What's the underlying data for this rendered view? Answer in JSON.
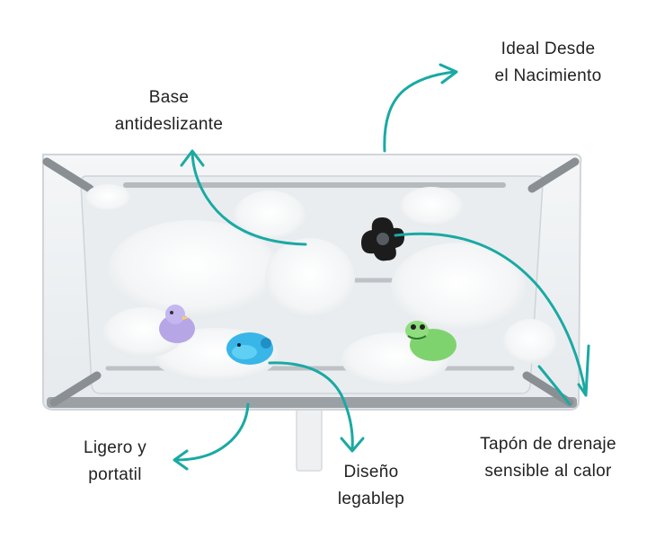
{
  "colors": {
    "arrow": "#1aa9a3",
    "text": "#222222",
    "tub_frame": "#8a8f93",
    "tub_body": "#eef1f3",
    "foam": "#f7f8f9",
    "duck_purple": "#b6a6e6",
    "duck_blue": "#39b6e8",
    "frog_green": "#7fd36f",
    "plug": "#1c1c1c"
  },
  "labels": {
    "base": [
      "Base",
      "antideslizante"
    ],
    "ideal": [
      "Ideal Desde",
      "el Nacimiento"
    ],
    "ligero": [
      "Ligero y",
      "portatil"
    ],
    "diseno": [
      "Diseño",
      "legablep"
    ],
    "tapon": [
      "Tapón de drenaje",
      "sensible al calor"
    ]
  },
  "image": {
    "subject": "bathtub",
    "toys": [
      "purple-duck",
      "blue-whale",
      "green-frog"
    ],
    "icons": [
      "drain-plug-icon",
      "arrow-icon"
    ]
  }
}
